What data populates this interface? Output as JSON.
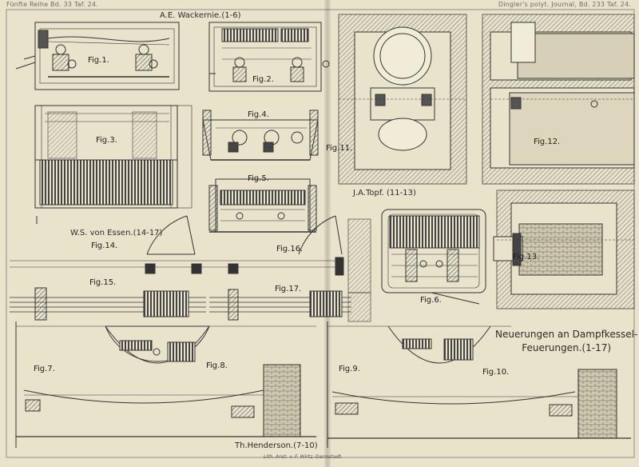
{
  "header": {
    "left": "Fünfte Reihe Bd. 33 Taf. 24.",
    "right": "Dingler's polyt. Journal, Bd. 233 Taf. 24."
  },
  "authors": {
    "wackernie": "A.E. Wackernie.(1-6)",
    "topf": "J.A.Topf. (11-13)",
    "essen": "W.S. von Essen.(14-17)",
    "henderson": "Th.Henderson.(7-10)"
  },
  "title": {
    "line1": "Neuerungen an Dampfkessel-",
    "line2": "Feuerungen.(1-17)"
  },
  "figures": {
    "fig1": "Fig.1.",
    "fig2": "Fig.2.",
    "fig3": "Fig.3.",
    "fig4": "Fig.4.",
    "fig5": "Fig.5.",
    "fig6": "Fig.6.",
    "fig7": "Fig.7.",
    "fig8": "Fig.8.",
    "fig9": "Fig.9.",
    "fig10": "Fig.10.",
    "fig11": "Fig.11.",
    "fig12": "Fig.12.",
    "fig13": "Fig.13.",
    "fig14": "Fig.14.",
    "fig15": "Fig.15.",
    "fig16": "Fig.16.",
    "fig17": "Fig.17."
  },
  "imprint": "Lith. Anst. v. F. Wirtz, Darmstadt."
}
